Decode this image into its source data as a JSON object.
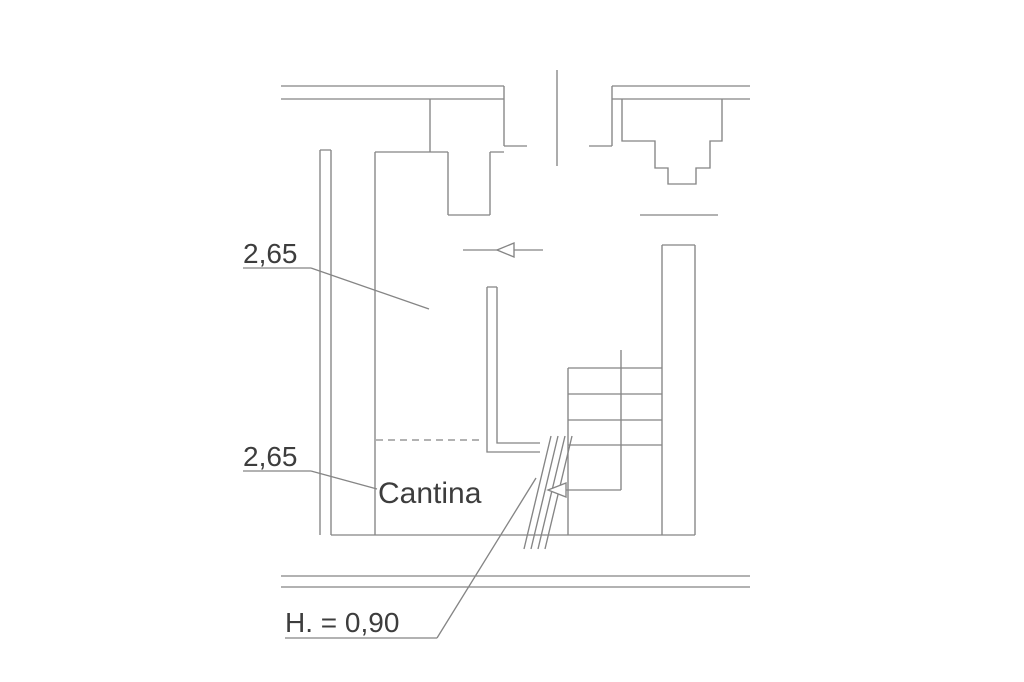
{
  "drawing": {
    "labels": {
      "dim_upper": "2,65",
      "dim_lower": "2,65",
      "room_name": "Cantina",
      "height_note": "H. = 0,90"
    },
    "colors": {
      "line": "#858585",
      "text": "#3d3d3d",
      "background": "#ffffff"
    }
  }
}
